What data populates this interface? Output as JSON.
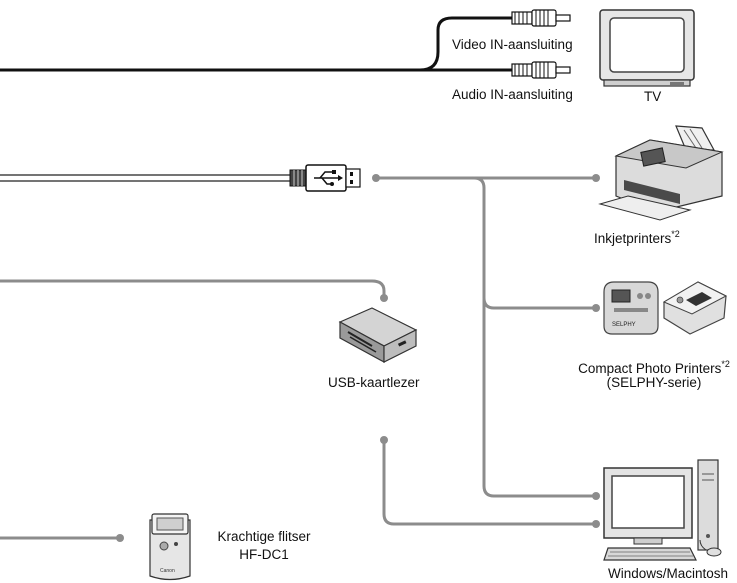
{
  "labels": {
    "video_in": "Video IN-aansluiting",
    "audio_in": "Audio IN-aansluiting",
    "tv": "TV",
    "inkjet": "Inkjetprinters",
    "inkjet_note": "*2",
    "compact": "Compact Photo Printers",
    "compact_note": "*2",
    "compact_sub": "(SELPHY-serie)",
    "card_reader": "USB-kaartlezer",
    "flash_line1": "Krachtige flitser",
    "flash_line2": "HF-DC1",
    "computer": "Windows/Macintosh"
  },
  "device_text": {
    "selphy": "SELPHY",
    "canon": "Canon"
  },
  "colors": {
    "av_cable": "#111111",
    "connection_line": "#8c8c8c",
    "device_body": "#dcdcdc",
    "device_dark": "#4a4a4a"
  }
}
